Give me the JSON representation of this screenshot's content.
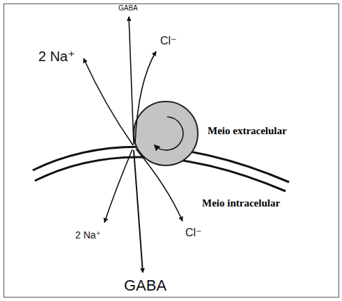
{
  "diagram": {
    "labels": [
      "GABA",
      "2 Na⁺",
      "Cl⁻",
      "Meio extracelular",
      "Meio intracelular",
      "2 Na⁺",
      "GABA",
      "Cl⁻"
    ]
  }
}
